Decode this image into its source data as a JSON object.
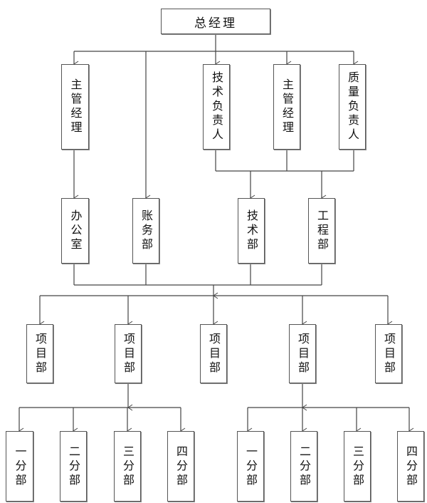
{
  "root": "总经理",
  "level1": [
    "主管经理",
    "技术负责人",
    "主管经理",
    "质量负责人"
  ],
  "level2": [
    "办公室",
    "账务部",
    "技术部",
    "工程部"
  ],
  "projects": [
    "项目部",
    "项目部",
    "项目部",
    "项目部",
    "项目部"
  ],
  "branches_left": [
    "一分部",
    "二分部",
    "三分部",
    "四分部"
  ],
  "branches_right": [
    "一分部",
    "二分部",
    "三分部",
    "四分部"
  ],
  "line_color": "#444444"
}
